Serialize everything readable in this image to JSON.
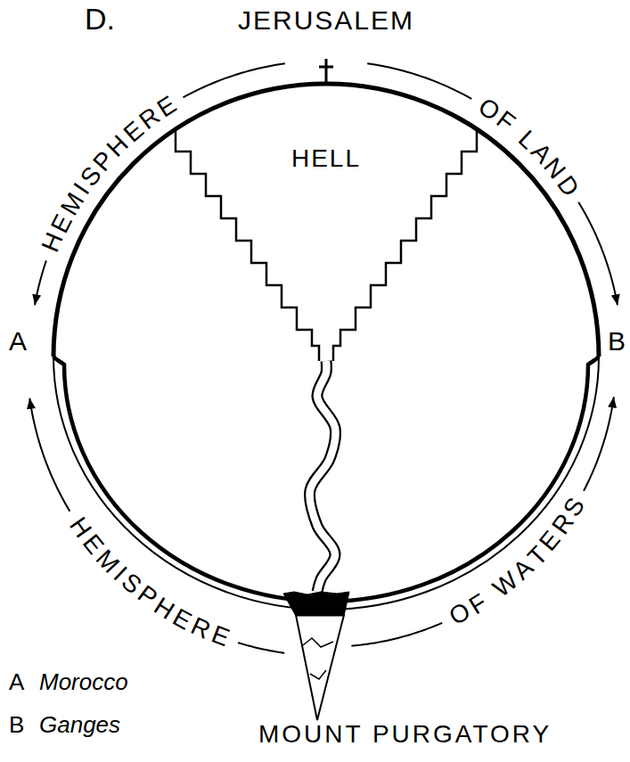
{
  "diagram": {
    "nodes": [
      {
        "text": [
          "HELL"
        ]
      },
      {
        "text": [
          "MOUNT PURGATORY"
        ]
      }
    ],
    "edges": [
      {
        "from": 0,
        "to": 1,
        "arrow": "none"
      }
    ],
    "labels": [
      "D.",
      "JERUSALEM",
      "HEMISPHERE",
      "OF LAND",
      "A",
      "B",
      "HEMISPHERE",
      "OF WATERS",
      "A",
      "Morocco",
      "B",
      "Ganges"
    ]
  }
}
